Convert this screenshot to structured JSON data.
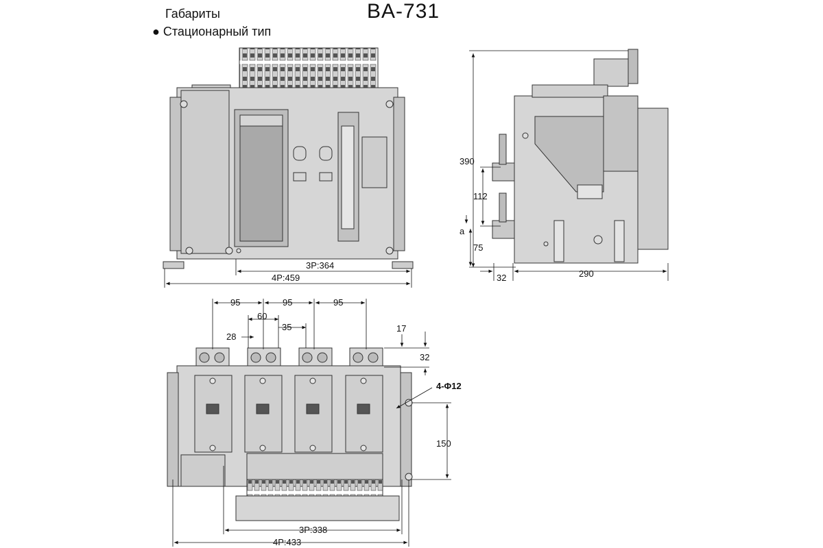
{
  "header": {
    "model": "BA-731",
    "title": "Габариты",
    "subtitle": "● Стационарный тип"
  },
  "front_view": {
    "width_3p": "3P:364",
    "width_4p": "4P:459"
  },
  "side_view": {
    "height": "390",
    "terminal_spacing": "112",
    "offset_a": "a",
    "bottom_offset": "75",
    "front_offset": "32",
    "depth": "290"
  },
  "top_view": {
    "pitch_1": "95",
    "pitch_2": "95",
    "pitch_3": "95",
    "pad_width": "60",
    "slot_offset": "35",
    "pad_offset": "28",
    "pad_overhang": "17",
    "pad_depth": "32",
    "holes": "4-Φ12",
    "mount_spacing": "150",
    "mount_3p": "3P:338",
    "mount_4p": "4P:433"
  },
  "colors": {
    "body": "#d6d6d6",
    "dark": "#a9a9a9",
    "line": "#333333"
  }
}
